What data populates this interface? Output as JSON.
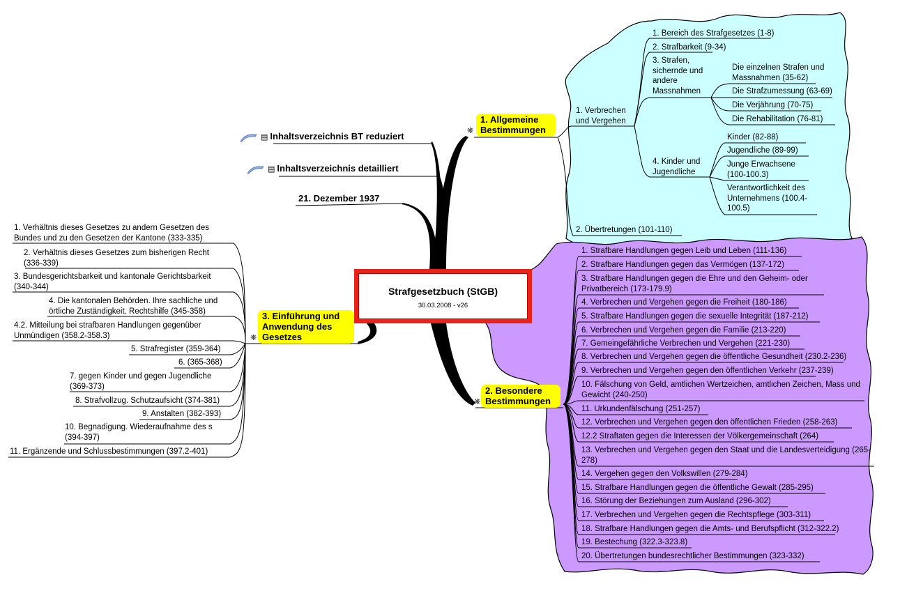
{
  "central": {
    "title": "Strafgesetzbuch (StGB)",
    "subtitle": "30.03.2008 - v26"
  },
  "links": [
    {
      "label": "Inhaltsverzeichnis BT reduziert",
      "icon": "document-icon"
    },
    {
      "label": "Inhaltsverzeichnis detailliert",
      "icon": "document-icon"
    }
  ],
  "date_topic": "21. Dezember 1937",
  "topic1": {
    "label": "1. Allgemeine Bestimmungen",
    "sub1": "1. Verbrechen und Vergehen",
    "items": [
      "1. Bereich des Strafgesetzes (1-8)",
      "2. Strafbarkeit (9-34)",
      "3. Strafen, sichernde und andere Massnahmen",
      "4. Kinder und Jugendliche"
    ],
    "strafen": [
      "Die einzelnen Strafen und Massnahmen (35-62)",
      "Die Strafzumessung (63-69)",
      "Die Verjährung (70-75)",
      "Die Rehabilitation (76-81)"
    ],
    "kinder": [
      "Kinder (82-88)",
      "Jugendliche (89-99)",
      "Junge Erwachsene (100-100.3)",
      "Verantwortlichkeit des Unternehmens (100.4-100.5)"
    ],
    "sub2": "2. Übertretungen (101-110)"
  },
  "topic2": {
    "label": "2. Besondere Bestimmungen",
    "items": [
      "1. Strafbare Handlungen gegen Leib und Leben (111-136)",
      "2. Strafbare Handlungen gegen das Vermögen (137-172)",
      "3. Strafbare Handlungen gegen die Ehre und den Geheim- oder Privatbereich (173-179.9)",
      "4. Verbrechen und Vergehen gegen die Freiheit (180-186)",
      "5. Strafbare Handlungen gegen die sexuelle Integrität (187-212)",
      "6. Verbrechen und Vergehen gegen die Familie (213-220)",
      "7. Gemeingefährliche Verbrechen und Vergehen (221-230)",
      "8. Verbrechen und Vergehen gegen die öffentliche Gesundheit (230.2-236)",
      "9. Verbrechen und Vergehen gegen den öffentlichen Verkehr (237-239)",
      "10. Fälschung von Geld, amtlichen Wertzeichen, amtlichen Zeichen, Mass und Gewicht (240-250)",
      "11. Urkundenfälschung (251-257)",
      "12. Verbrechen und Vergehen gegen den öffentlichen Frieden (258-263)",
      "12.2 Straftaten gegen die Interessen der Völkergemeinschaft (264)",
      "13. Verbrechen und Vergehen gegen den Staat und die Landesverteidigung (265-278)",
      "14. Vergehen gegen den Volkswillen (279-284)",
      "15. Strafbare Handlungen gegen die öffentliche Gewalt (285-295)",
      "16. Störung der Beziehungen zum Ausland (296-302)",
      "17. Verbrechen und Vergehen gegen die Rechtspflege (303-311)",
      "18. Strafbare Handlungen gegen die Amts- und Berufspflicht (312-322.2)",
      "19. Bestechung (322.3-323.8)",
      "20. Übertretungen bundesrechtlicher Bestimmungen (323-332)"
    ]
  },
  "topic3": {
    "label": "3. Einführung und Anwendung des Gesetzes",
    "items": [
      "1. Verhältnis dieses Gesetzes zu andern Gesetzen des Bundes und zu den Gesetzen der Kantone (333-335)",
      "2. Verhältnis dieses Gesetzes zum bisherigen Recht (336-339)",
      "3. Bundesgerichtsbarkeit und kantonale Gerichtsbarkeit (340-344)",
      "4. Die kantonalen Behörden. Ihre sachliche und örtliche Zuständigkeit. Rechtshilfe (345-358)",
      "4.2. Mitteilung bei strafbaren Handlungen gegenüber Unmündigen (358.2-358.3)",
      "5. Strafregister (359-364)",
      "6.  (365-368)",
      "7.  gegen Kinder und gegen Jugendliche (369-373)",
      "8. Strafvollzug. Schutzaufsicht (374-381)",
      "9. Anstalten (382-393)",
      "10. Begnadigung. Wiederaufnahme des s (394-397)",
      "11.  Ergänzende und Schlussbestimmungen (397.2-401)"
    ]
  },
  "colors": {
    "cyan_area": "#ccffff",
    "violet_area": "#cc99ff",
    "topic_fill": "#ffff00",
    "central_border": "#e8231a"
  }
}
